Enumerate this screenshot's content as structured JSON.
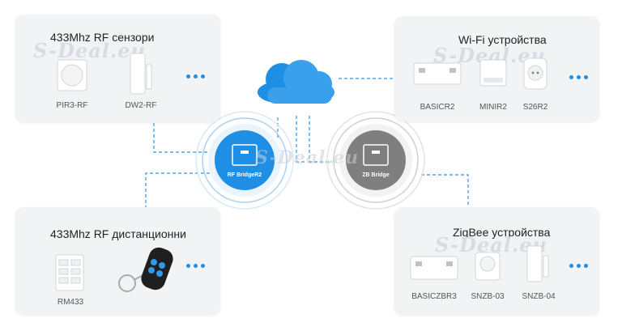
{
  "watermark": "S-Deal.eu",
  "hubs": {
    "rf": {
      "label": "RF BridgeR2",
      "color": "#1e8fe5"
    },
    "zb": {
      "label": "ZB Bridge",
      "color": "#7f7f7f"
    }
  },
  "panels": {
    "rf_sensors": {
      "title": "433Mhz RF сензори",
      "devices": [
        "PIR3-RF",
        "DW2-RF"
      ]
    },
    "wifi": {
      "title": "Wi-Fi устройства",
      "devices": [
        "BASICR2",
        "MINIR2",
        "S26R2"
      ]
    },
    "rf_remotes": {
      "title": "433Mhz RF дистанционни",
      "devices": [
        "RM433"
      ]
    },
    "zigbee": {
      "title": "ZigBee устройства",
      "devices": [
        "BASICZBR3",
        "SNZB-03",
        "SNZB-04"
      ]
    }
  },
  "colors": {
    "accent": "#1e8fe5",
    "panel": "#f2f3f5",
    "gray_hub": "#7f7f7f"
  }
}
